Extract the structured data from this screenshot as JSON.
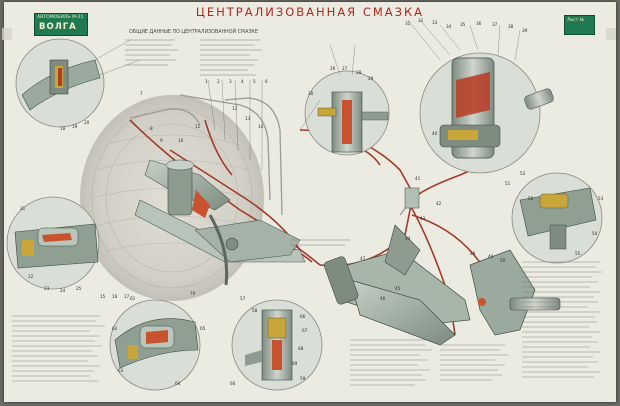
{
  "poster": {
    "title": "ЦЕНТРАЛИЗОВАННАЯ СМАЗКА",
    "badge_left": {
      "line1": "АВТОМОБИЛЬ М-21",
      "line2": "ВОЛГА"
    },
    "badge_right": {
      "line1": "Лист №",
      "line2": ""
    },
    "subtitle": "ОБЩИЕ ДАННЫЕ ПО ЦЕНТРАЛИЗОВАННОЙ СМАЗКЕ",
    "footer": ""
  },
  "colors": {
    "poster_bg": "#ecebe2",
    "accent_red": "#b0281d",
    "badge_green": "#1f7a52",
    "lube_line": "#a23a2a",
    "part_green": "#9aaa9a"
  },
  "callouts": [
    "1",
    "2",
    "3",
    "4",
    "5",
    "6",
    "7",
    "8",
    "9",
    "10",
    "11",
    "12",
    "13",
    "14",
    "15",
    "16",
    "17",
    "18",
    "19",
    "20",
    "21",
    "22",
    "23",
    "24",
    "25",
    "26",
    "27",
    "28",
    "29",
    "30",
    "31",
    "32",
    "33",
    "34",
    "35",
    "36",
    "37",
    "38",
    "39",
    "40",
    "41",
    "42",
    "43",
    "44",
    "45",
    "46",
    "47",
    "48",
    "49",
    "50",
    "51",
    "52",
    "53",
    "54",
    "55",
    "56",
    "57",
    "58",
    "59",
    "60",
    "61",
    "62",
    "63",
    "64",
    "65",
    "66",
    "67",
    "68",
    "69",
    "70"
  ]
}
